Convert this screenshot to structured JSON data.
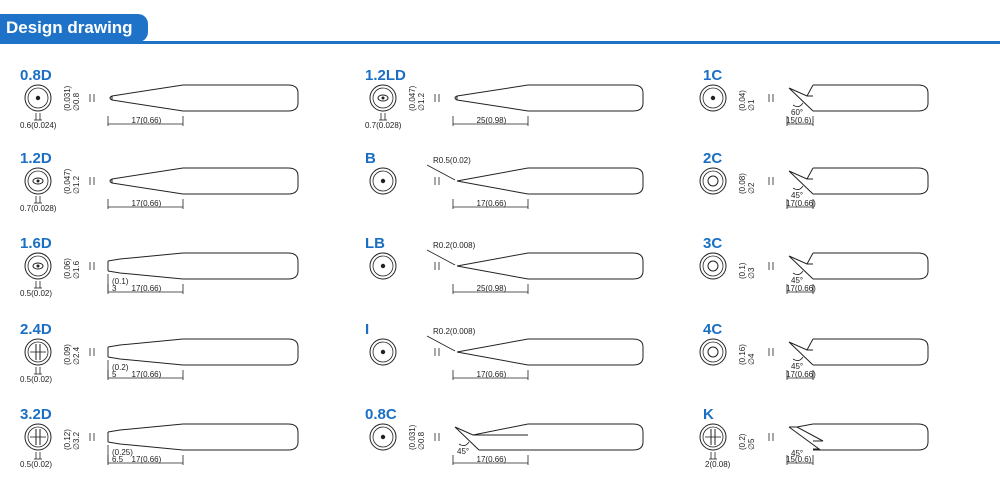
{
  "header": {
    "title": "Design drawing",
    "accent_color": "#1e73c8"
  },
  "tips": [
    {
      "name": "0.8D",
      "style": "conical",
      "dia": "(0.031)\n∅0.8",
      "below": "0.6(0.024)",
      "length": "17(0.66)",
      "face": "round-dot"
    },
    {
      "name": "1.2D",
      "style": "conical",
      "dia": "(0.047)\n∅1.2",
      "below": "0.7(0.028)",
      "length": "17(0.66)",
      "face": "eye"
    },
    {
      "name": "1.6D",
      "style": "chisel",
      "dia": "(0.06)\n∅1.6",
      "below": "0.5(0.02)",
      "length": "17(0.66)",
      "extra1": "(0.1)",
      "extra2": "3",
      "face": "eye"
    },
    {
      "name": "2.4D",
      "style": "chisel",
      "dia": "(0.09)\n∅2.4",
      "below": "0.5(0.02)",
      "length": "17(0.66)",
      "extra1": "(0.2)",
      "extra2": "5",
      "face": "split"
    },
    {
      "name": "3.2D",
      "style": "chisel",
      "dia": "(0.12)\n∅3.2",
      "below": "0.5(0.02)",
      "length": "17(0.66)",
      "extra1": "(0.25)",
      "extra2": "6.5",
      "face": "split"
    },
    {
      "name": "1.2LD",
      "style": "long",
      "dia": "(0.047)\n∅1.2",
      "below": "0.7(0.028)",
      "length": "25(0.98)",
      "face": "eye"
    },
    {
      "name": "B",
      "style": "point",
      "radius": "R0.5(0.02)",
      "length": "17(0.66)",
      "face": "dot"
    },
    {
      "name": "LB",
      "style": "longpoint",
      "radius": "R0.2(0.008)",
      "length": "25(0.98)",
      "face": "dot"
    },
    {
      "name": "I",
      "style": "point",
      "radius": "R0.2(0.008)",
      "length": "17(0.66)",
      "face": "dot"
    },
    {
      "name": "0.8C",
      "style": "bevel",
      "dia": "(0.031)\n∅0.8",
      "angle": "45°",
      "length": "17(0.66)",
      "face": "dot"
    },
    {
      "name": "1C",
      "style": "bevel-sharp",
      "dia": "(0.04)\n∅1",
      "angle": "60°",
      "length": "15(0.6)",
      "face": "dot"
    },
    {
      "name": "2C",
      "style": "bevel",
      "dia": "(0.08)\n∅2",
      "angle": "45°",
      "length": "17(0.66)",
      "face": "ring"
    },
    {
      "name": "3C",
      "style": "bevel",
      "dia": "(0.1)\n∅3",
      "angle": "45°",
      "length": "17(0.66)",
      "face": "ring"
    },
    {
      "name": "4C",
      "style": "bevel",
      "dia": "(0.16)\n∅4",
      "angle": "45°",
      "length": "17(0.66)",
      "face": "ring"
    },
    {
      "name": "K",
      "style": "knife",
      "dia": "(0.2)\n∅5",
      "below": "2(0.08)",
      "angle": "45°",
      "length": "15(0.6)",
      "face": "split"
    }
  ]
}
